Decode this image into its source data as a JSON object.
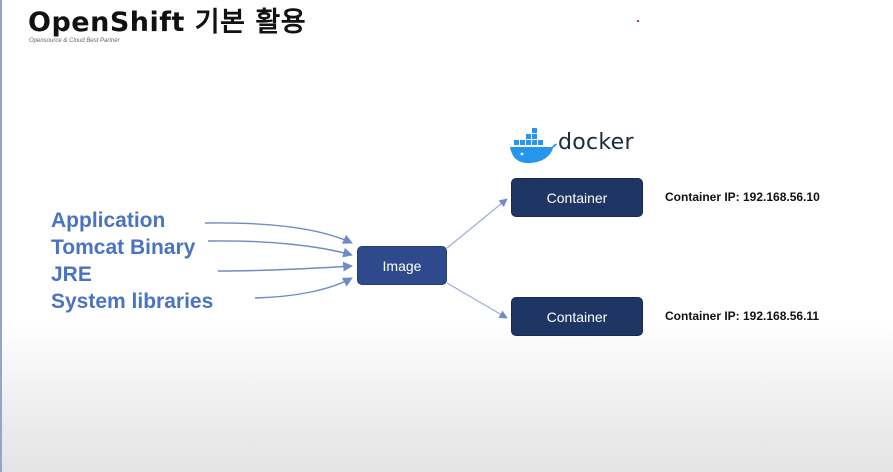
{
  "slide": {
    "title": "OpenShift 기본 활용",
    "subtitle": "Opensource & Cloud Best Partner"
  },
  "inputs": [
    "Application",
    "Tomcat Binary",
    "JRE",
    "System libraries"
  ],
  "image_label": "Image",
  "docker": {
    "wordmark": "docker",
    "icon": "docker-whale-icon"
  },
  "containers": [
    {
      "label": "Container",
      "ip_text": "Container IP: 192.168.56.10"
    },
    {
      "label": "Container",
      "ip_text": "Container IP: 192.168.56.11"
    }
  ],
  "colors": {
    "input_text": "#4a73c2",
    "image_box": "#2e4a8c",
    "container_box": "#1f3564",
    "arrow": "#6f8bc4",
    "docker_blue": "#2496ed"
  }
}
